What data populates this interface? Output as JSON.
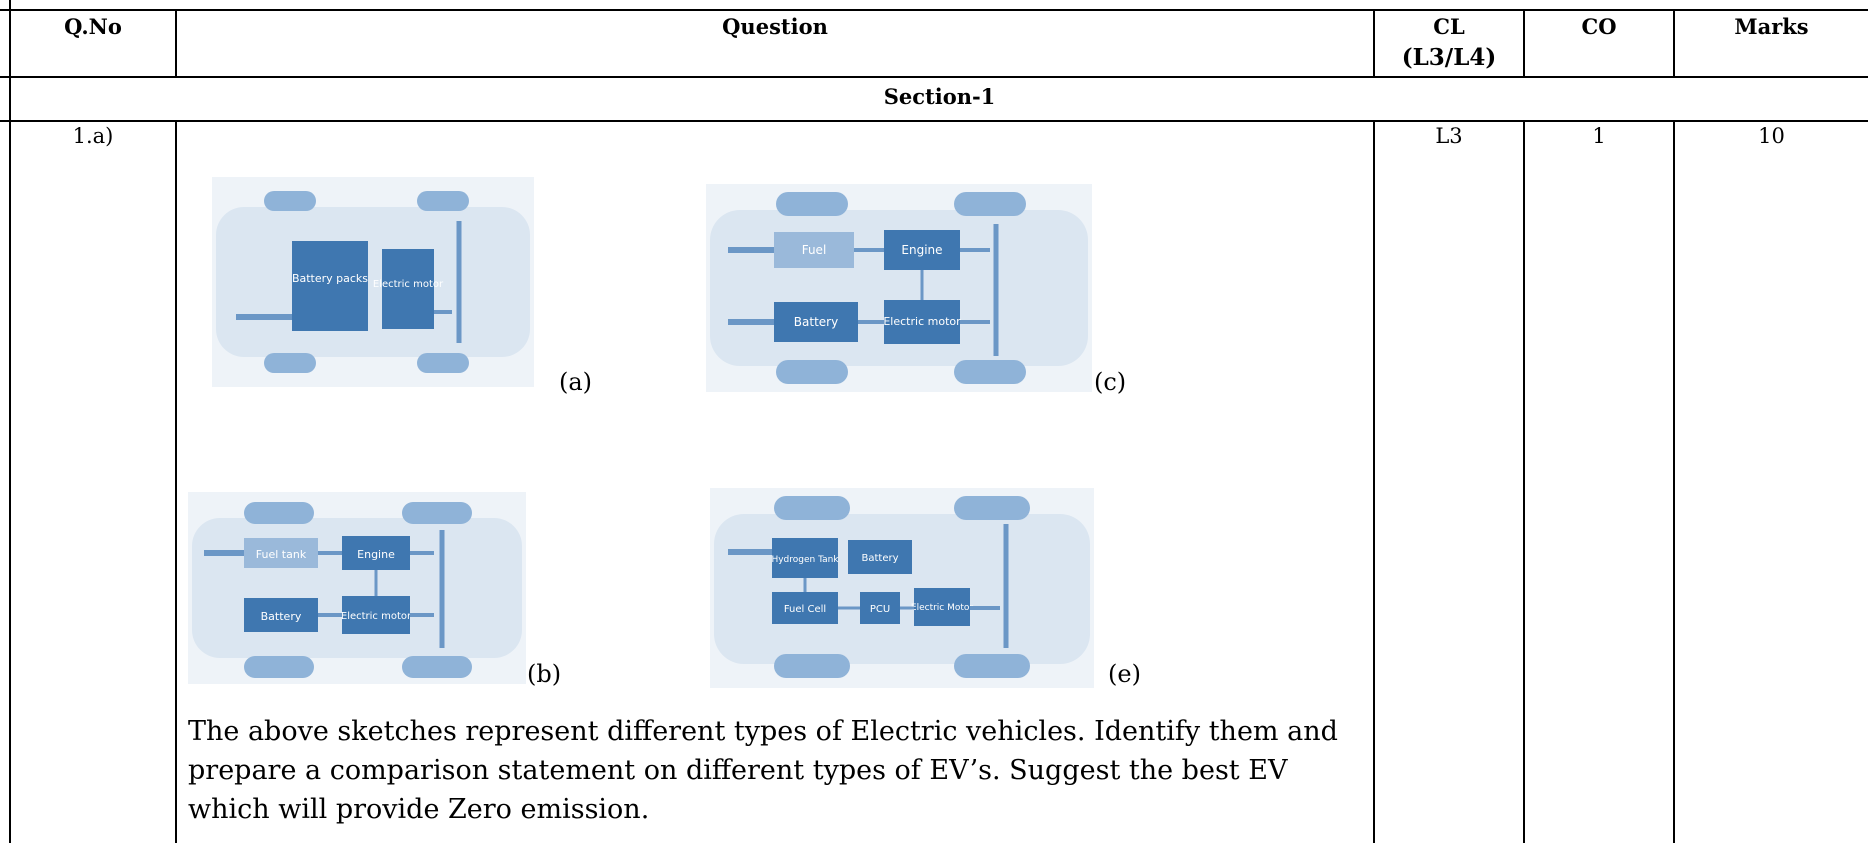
{
  "table": {
    "headers": {
      "qno": "Q.No",
      "question": "Question",
      "cl_line1": "CL",
      "cl_line2": "(L3/L4)",
      "co": "CO",
      "marks": "Marks"
    },
    "section_title": "Section-1",
    "row": {
      "qno": "1.a)",
      "cl": "L3",
      "co": "1",
      "marks": "10",
      "question_text": "The above sketches represent different types of Electric vehicles. Identify them and prepare a comparison statement on different types of EV’s. Suggest the best EV which will provide Zero emission."
    }
  },
  "sketches": {
    "a": {
      "label": "(a)",
      "blocks": [
        "Battery packs",
        "Electric motor"
      ]
    },
    "c": {
      "label": "(c)",
      "blocks": [
        "Fuel",
        "Engine",
        "Battery",
        "Electric motor"
      ]
    },
    "b": {
      "label": "(b)",
      "blocks": [
        "Fuel tank",
        "Engine",
        "Battery",
        "Electric motor"
      ]
    },
    "e": {
      "label": "(e)",
      "blocks": [
        "Hydrogen Tank",
        "Battery",
        "Fuel Cell",
        "PCU",
        "Electric Motor"
      ]
    }
  },
  "colors": {
    "block": "#3f77b0",
    "body": "#dbe6f1",
    "wheel": "#8fb3d8",
    "arrow": "#6b97c6"
  }
}
